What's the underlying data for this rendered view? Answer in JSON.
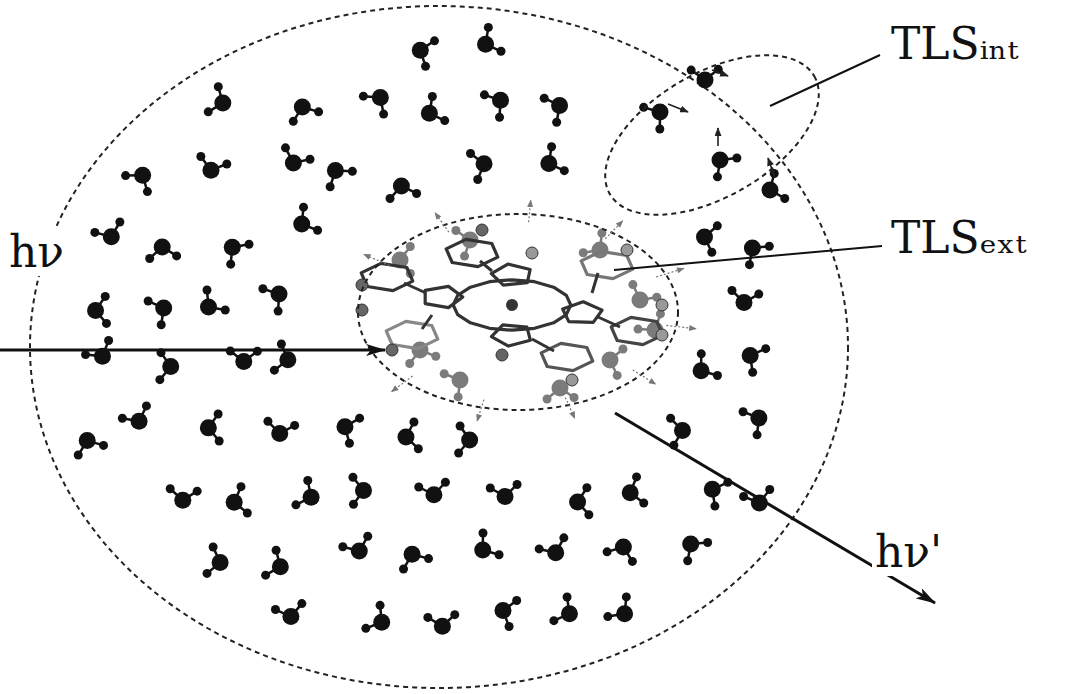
{
  "diagram": {
    "labels": [
      "hν",
      "hν'",
      "TLSᵢₙₜ",
      "TLSₑₓₜ"
    ]
  }
}
